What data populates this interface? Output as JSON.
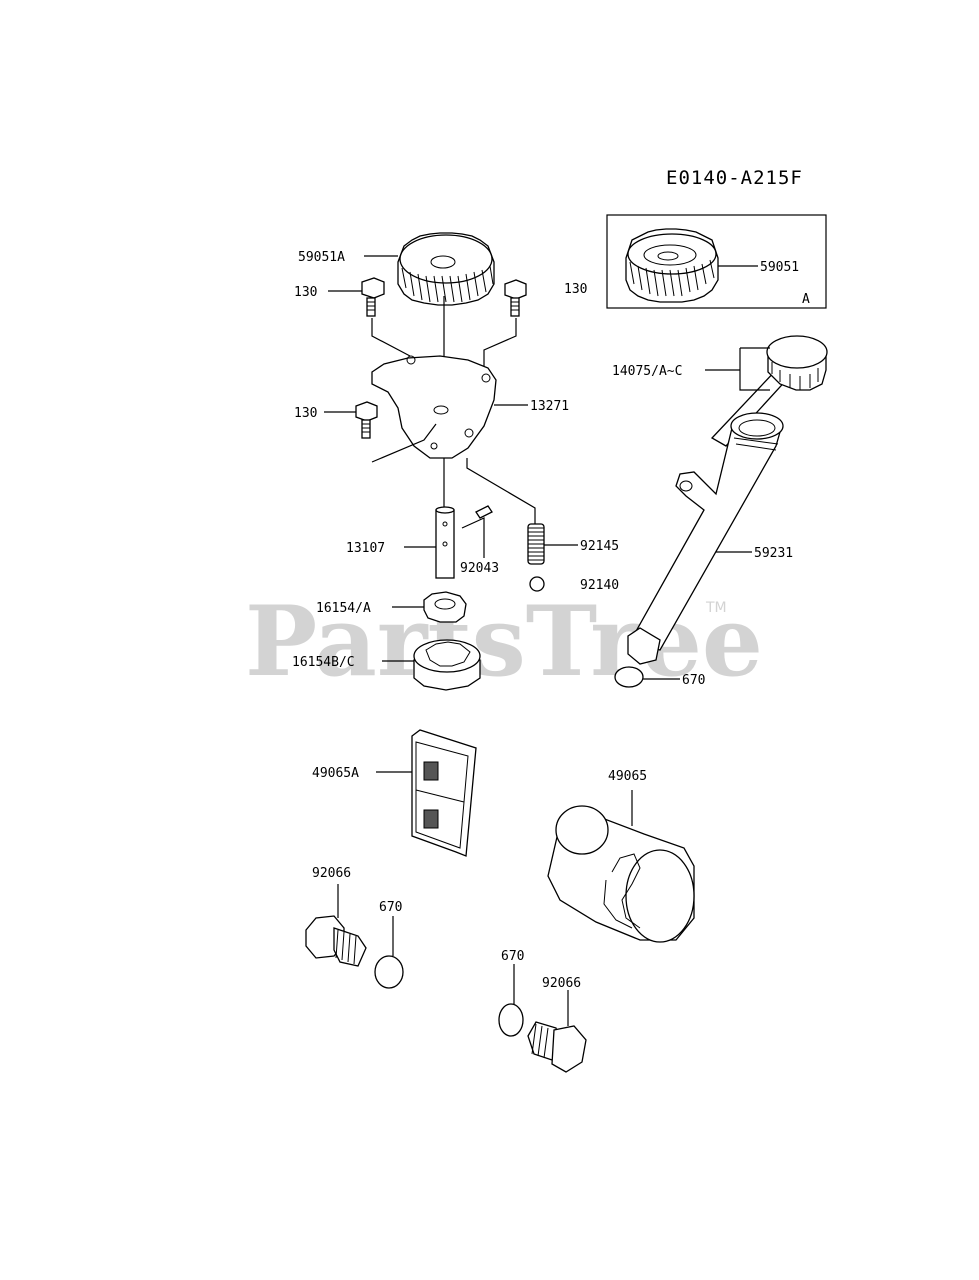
{
  "diagram_code": "E0140-A215F",
  "watermark": "PartsTree",
  "trademark": "TM",
  "inset": {
    "label_outside": "130",
    "part": "59051",
    "corner": "A"
  },
  "labels": {
    "gear": "59051A",
    "bolt_top": "130",
    "plate": "13271",
    "bolt_mid": "130",
    "shaft": "13107",
    "pin": "92043",
    "spring": "92145",
    "ball": "92140",
    "rotor_inner": "16154/A",
    "rotor_outer": "16154B/C",
    "dipstick": "14075/A~C",
    "tube": "59231",
    "oring_tube": "670",
    "screen": "49065A",
    "filter": "49065",
    "plug_left": "92066",
    "oring_left": "670",
    "oring_right": "670",
    "plug_right": "92066"
  }
}
